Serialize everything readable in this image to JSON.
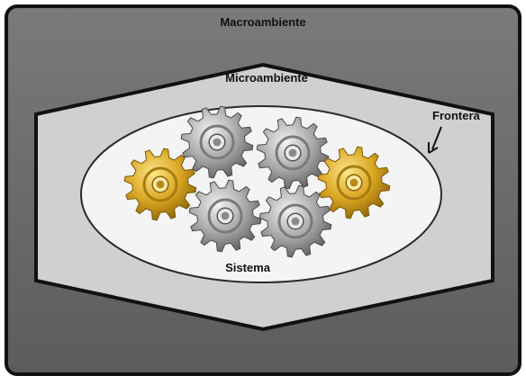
{
  "diagram": {
    "outer_label": "Macroambiente",
    "middle_label": "Microambiente",
    "inner_label": "Sistema",
    "boundary_label": "Frontera"
  },
  "colors": {
    "macro_fill": "#6b6b6b",
    "micro_fill": "#d0d0d0",
    "system_fill": "#f4f4f4",
    "outline": "#1a1a1a",
    "gear_silver": "#a8a8a8",
    "gear_gold": "#d9a520"
  },
  "icons": {
    "gear_silver": "gear-icon",
    "gear_gold": "gear-icon",
    "arrow": "arrow-icon"
  }
}
